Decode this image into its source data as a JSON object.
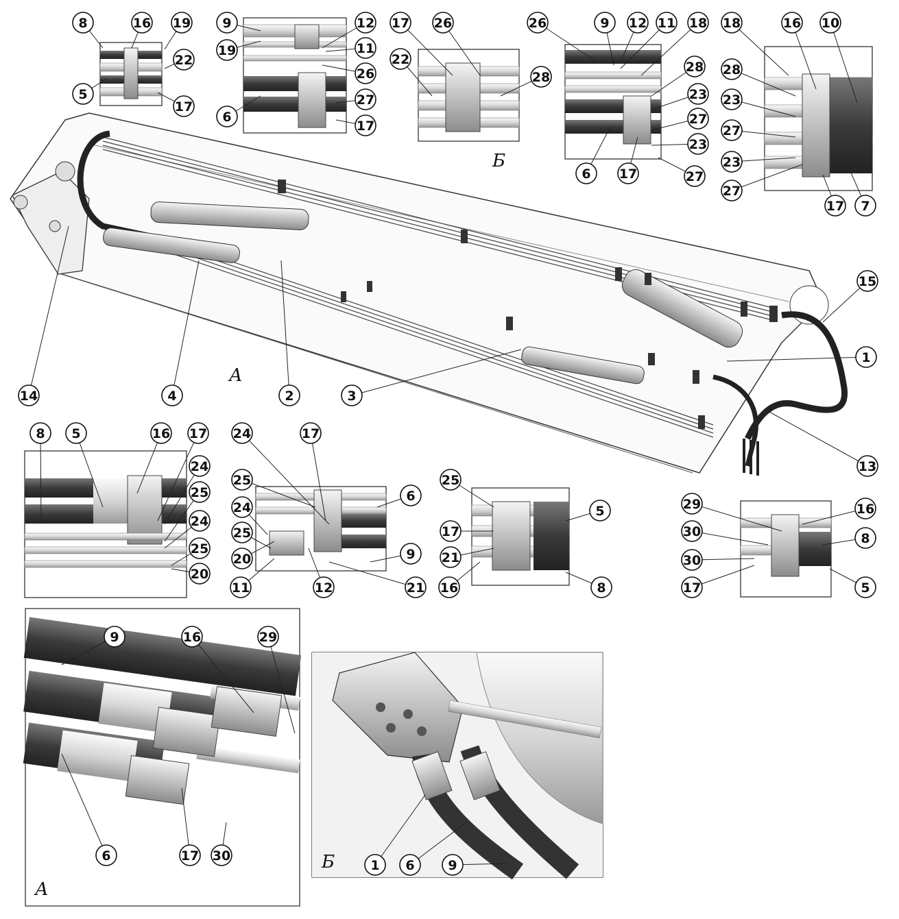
{
  "view_labels": [
    "Б",
    "А",
    "Б",
    "А"
  ],
  "callouts": {
    "top_left_inset": [
      "8",
      "16",
      "19",
      "22",
      "5",
      "17"
    ],
    "top_mid_inset": [
      "9",
      "12",
      "19",
      "11",
      "26",
      "6",
      "27",
      "17"
    ],
    "top_b_inset": [
      "17",
      "26",
      "22",
      "28"
    ],
    "top_right_mid_inset": [
      "26",
      "9",
      "12",
      "11",
      "18",
      "28",
      "23",
      "27",
      "23",
      "6",
      "17",
      "27"
    ],
    "top_right_inset": [
      "18",
      "16",
      "10",
      "28",
      "23",
      "27",
      "23",
      "27",
      "17",
      "7"
    ],
    "main_assembly": [
      "15",
      "1",
      "13",
      "14",
      "4",
      "2",
      "3"
    ],
    "mid_left_inset": [
      "8",
      "5",
      "16",
      "17",
      "24",
      "25",
      "24",
      "25",
      "20"
    ],
    "mid_center_inset": [
      "24",
      "17",
      "6",
      "25",
      "24",
      "25",
      "20",
      "9",
      "11",
      "12",
      "21",
      "16"
    ],
    "mid_right_inset": [
      "25",
      "5",
      "17",
      "21",
      "8"
    ],
    "right_small_inset": [
      "29",
      "16",
      "30",
      "8",
      "30",
      "5",
      "17"
    ],
    "detail_a": [
      "9",
      "16",
      "29",
      "6",
      "17",
      "30"
    ],
    "detail_b": [
      "1",
      "6",
      "9"
    ]
  },
  "colors": {
    "line": "#222222",
    "hose_dark": "#444444",
    "hose_light": "#d8d8d8",
    "fitting": "#bdbdbd"
  }
}
